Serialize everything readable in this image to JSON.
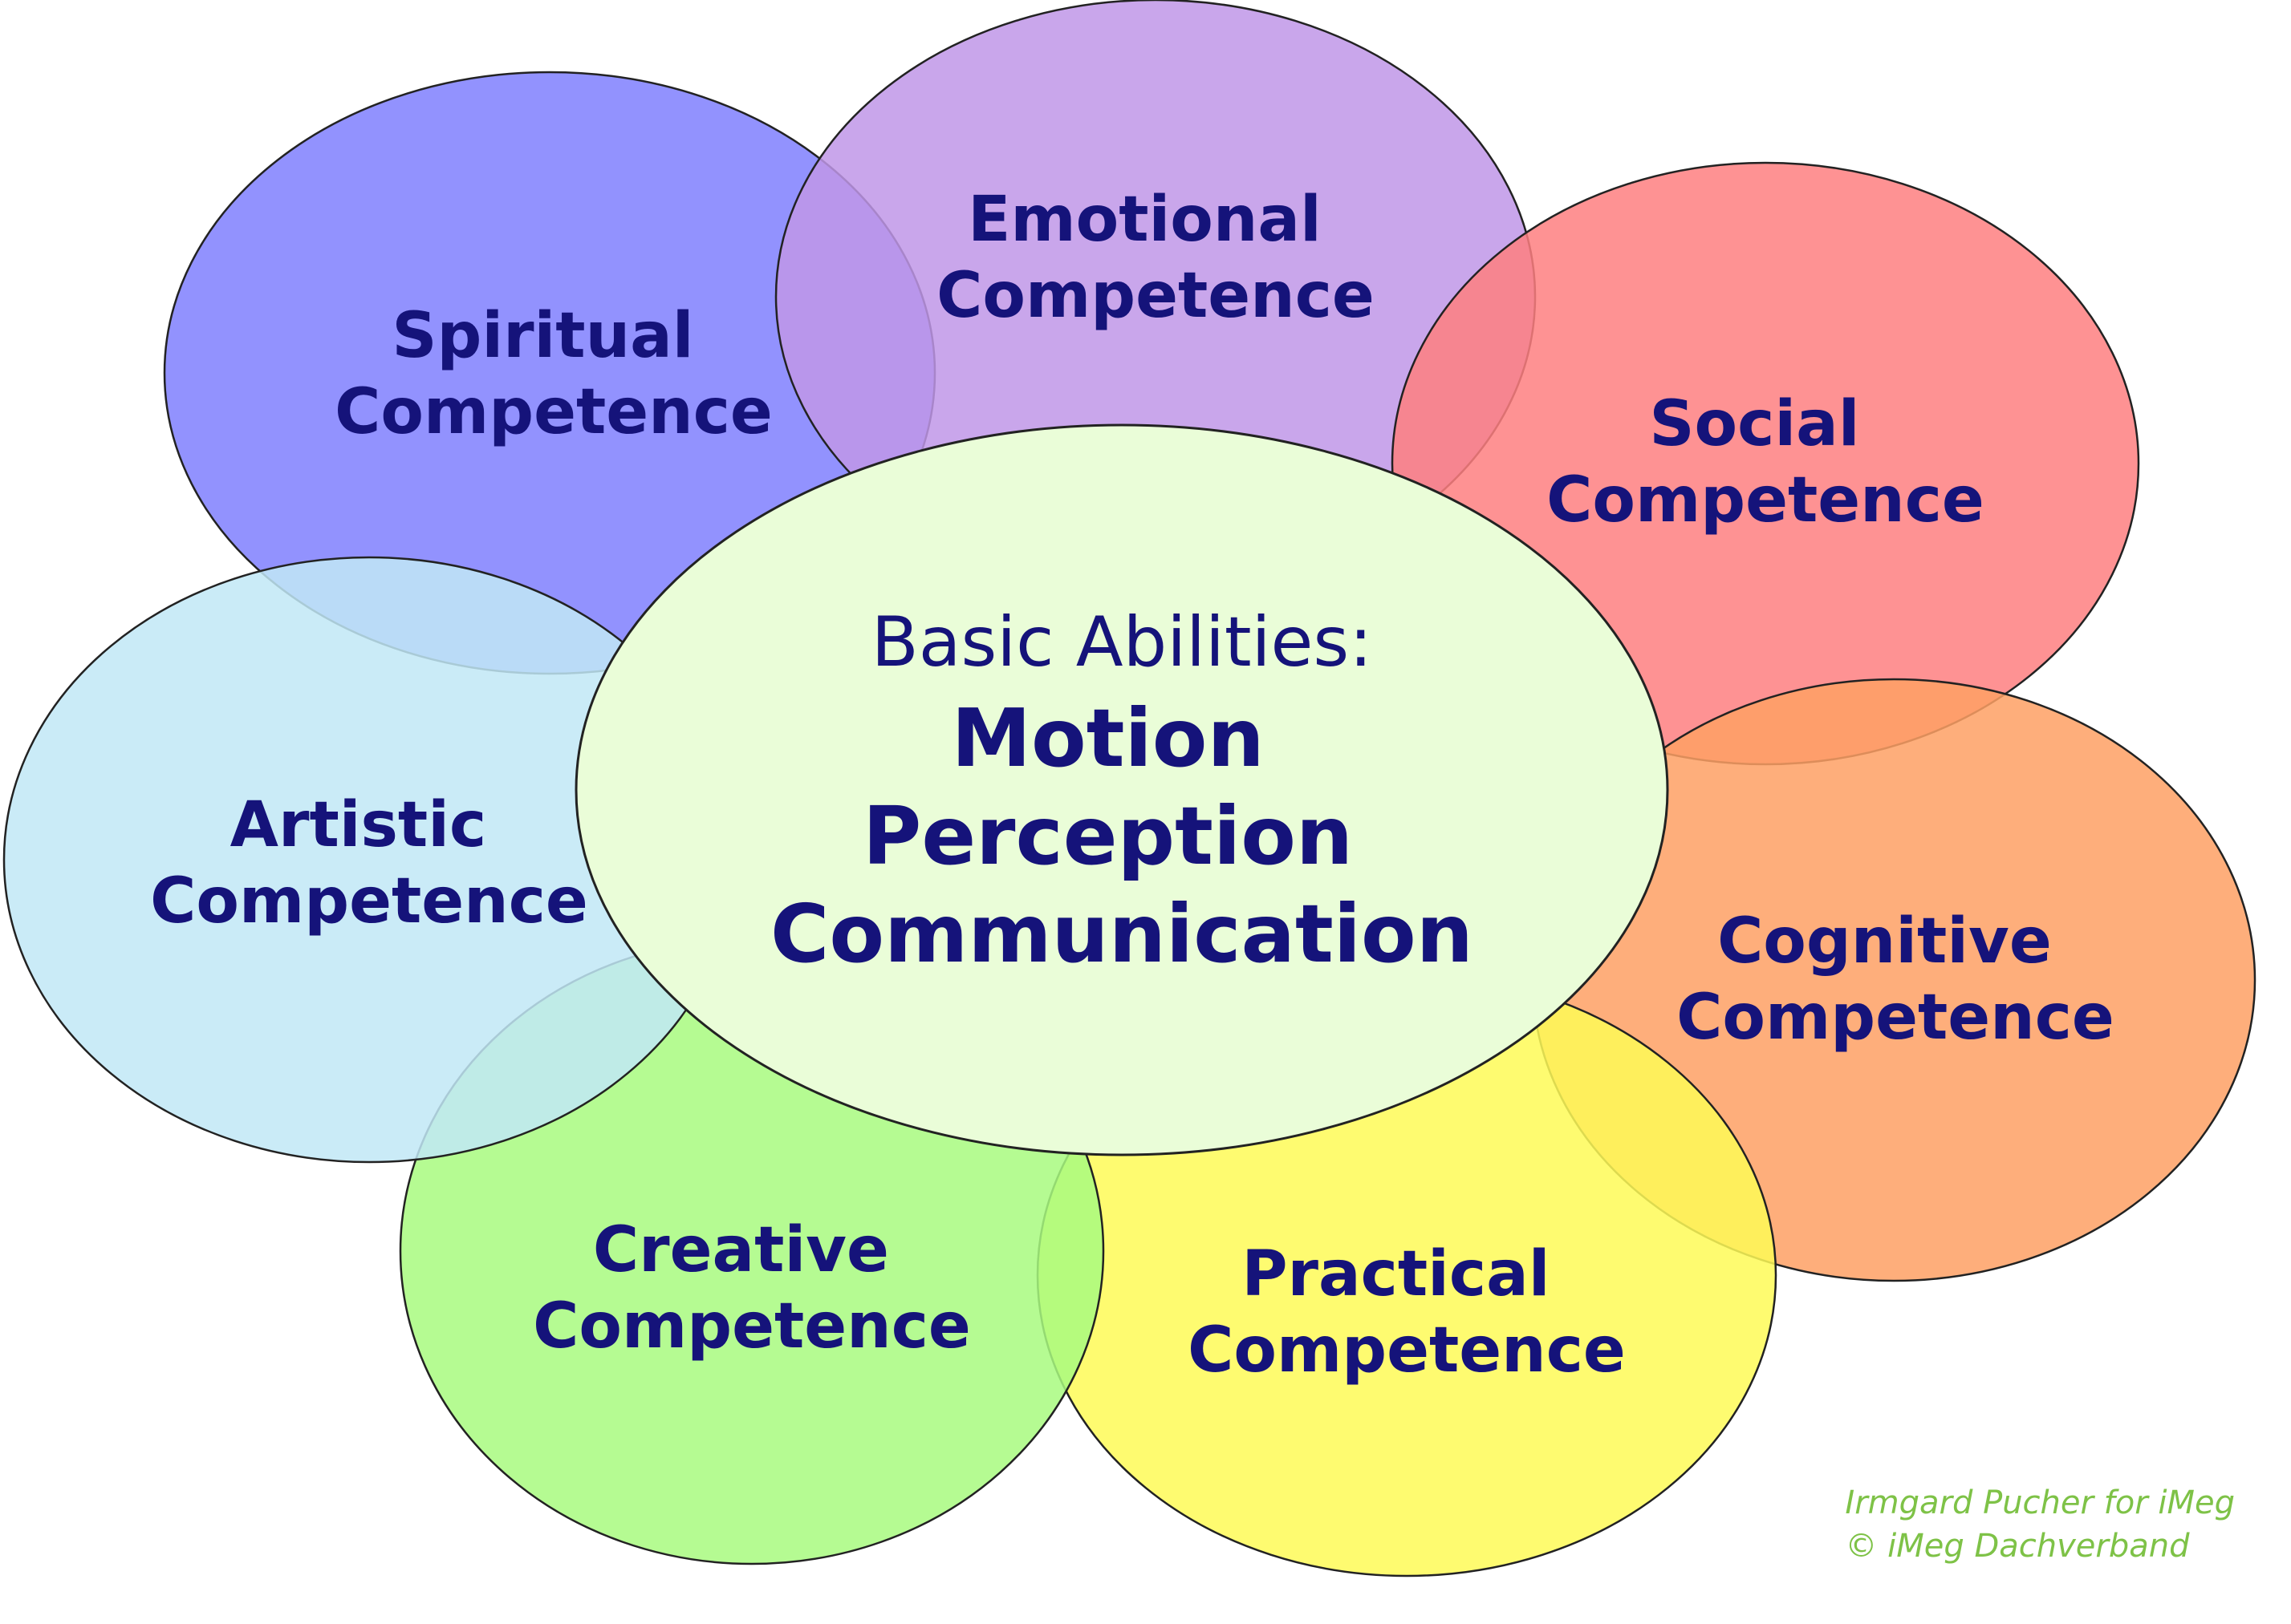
{
  "petals": [
    {
      "id": "spiritual",
      "lines": [
        "Spiritual",
        "Competence"
      ],
      "color": "#7f7ffe"
    },
    {
      "id": "emotional",
      "lines": [
        "Emotional",
        "Competence"
      ],
      "color": "#c096e8"
    },
    {
      "id": "social",
      "lines": [
        "Social",
        "Competence"
      ],
      "color": "#fe7f80"
    },
    {
      "id": "cognitive",
      "lines": [
        "Cognitive",
        "Competence"
      ],
      "color": "#fea064"
    },
    {
      "id": "practical",
      "lines": [
        "Practical",
        "Competence"
      ],
      "color": "#fefa57"
    },
    {
      "id": "creative",
      "lines": [
        "Creative",
        "Competence"
      ],
      "color": "#a8fa7f"
    },
    {
      "id": "artistic",
      "lines": [
        "Artistic",
        "Competence"
      ],
      "color": "#c1e8f6"
    }
  ],
  "center": {
    "intro": "Basic Abilities:",
    "lines": [
      "Motion",
      "Perception",
      "Communication"
    ],
    "color": "#eafdd8"
  },
  "colors": {
    "text": "#15137a",
    "outline": "#222222",
    "credit": "#7ec247"
  },
  "credit": {
    "line1": "Irmgard Pucher for iMeg",
    "line2": "©  iMeg Dachverband"
  }
}
